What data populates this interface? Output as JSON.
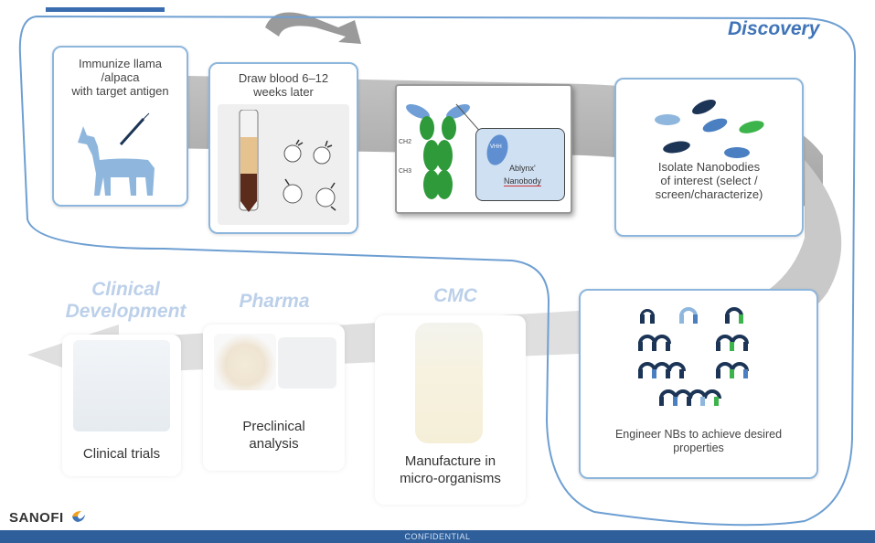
{
  "title": "Discovery",
  "phases": {
    "clinical": "Clinical\nDevelopment",
    "pharma": "Pharma",
    "cmc": "CMC"
  },
  "steps": {
    "immunize": "Immunize llama\n/alpaca\nwith target antigen",
    "draw_blood": "Draw blood 6–12\nweeks later",
    "isolate": "Isolate Nanobodies\nof interest (select /\nscreen/characterize)",
    "engineer": "Engineer NBs to achieve desired\nproperties",
    "clinical_trials": "Clinical trials",
    "preclinical": "Preclinical\nanalysis",
    "manufacture": "Manufacture in\nmicro-organisms"
  },
  "antibody": {
    "ch2": "CH2",
    "ch3": "CH3",
    "vhh": "VHH",
    "brand": "Ablynx'",
    "nanobody": "Nanobody"
  },
  "footer": {
    "company": "SANOFI",
    "confidential": "CONFIDENTIAL"
  },
  "colors": {
    "accent": "#3f74b8",
    "outline": "#8db6dc",
    "faded_heading": "#bcd0ea",
    "footer": "#2f5f9b",
    "green": "#3cb44b",
    "navy": "#1c3556",
    "mid_blue": "#4a7fc1",
    "light_blue": "#8fb7de"
  }
}
